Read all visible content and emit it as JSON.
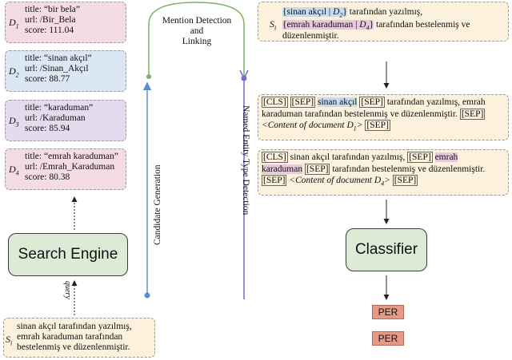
{
  "documents": [
    {
      "id": "D",
      "sub": "1",
      "title": "title: “bir bela”",
      "url": "url: /Bir_Bela",
      "score": "score: 111.04"
    },
    {
      "id": "D",
      "sub": "2",
      "title": "title: “sinan akçıl”",
      "url": "url: /Sinan_Akçıl",
      "score": "score: 88.77"
    },
    {
      "id": "D",
      "sub": "3",
      "title": "title: “karaduman”",
      "url": "url: /Karaduman",
      "score": "score: 85.94"
    },
    {
      "id": "D",
      "sub": "4",
      "title": "title: “emrah karaduman”",
      "url": "url: /Emrah_Karaduman",
      "score": "score: 80.38"
    }
  ],
  "search_engine": "Search Engine",
  "classifier": "Classifier",
  "query_label": "query",
  "query": {
    "id": "S",
    "sub": "i",
    "lines": [
      "sinan akçıl tarafından yazılmış,",
      "emrah karaduman tarafından",
      "bestelenmiş ve düzenlenmiştir."
    ]
  },
  "mention_label": [
    "Mention Detection",
    "and",
    "Linking"
  ],
  "candidate_label": "Candidate Generation",
  "net_label": "Named Entity Type Detection",
  "sentence": {
    "id": "S",
    "sub": "i",
    "m1_pre": "{sinan akçıl | ",
    "m1_doc": "D",
    "m1_sub": "2",
    "m1_post": "}",
    "l1_rest": " tarafından yazılmış,",
    "m2_pre": "{emrah karaduman | ",
    "m2_doc": "D",
    "m2_sub": "4",
    "m2_post": "}",
    "l2_rest": " tarafından bestelenmiş ve",
    "l3": "düzenlenmiştir."
  },
  "input1": {
    "cls": "[CLS]",
    "sep": "[SEP]",
    "mention": "sinan akçıl",
    "rest1": " tarafından yazılmış, emrah",
    "rest2": "karaduman tarafından bestelenmiş ve düzenlenmiştir.",
    "content": "<Content of document  ",
    "doc": "D",
    "sub": "1",
    "close": ">"
  },
  "input2": {
    "cls": "[CLS]",
    "sep": "[SEP]",
    "pre": " sinan akçıl tarafından yazılmış, ",
    "mention1": "emrah",
    "mention2": "karaduman",
    "rest": " tarafından bestelenmiş ve düzenlenmiştir.",
    "content": "<Content of document  ",
    "doc": "D",
    "sub": "4",
    "close": ">"
  },
  "outputs": [
    "PER",
    "PER"
  ],
  "colors": {
    "arrow_green": "#7fb069",
    "arrow_blue": "#5b8fd0",
    "arrow_purple": "#7b68c8",
    "box_green": "#dcebd6",
    "box_cream": "#fbf1dc",
    "per_fill": "#e59a86"
  }
}
